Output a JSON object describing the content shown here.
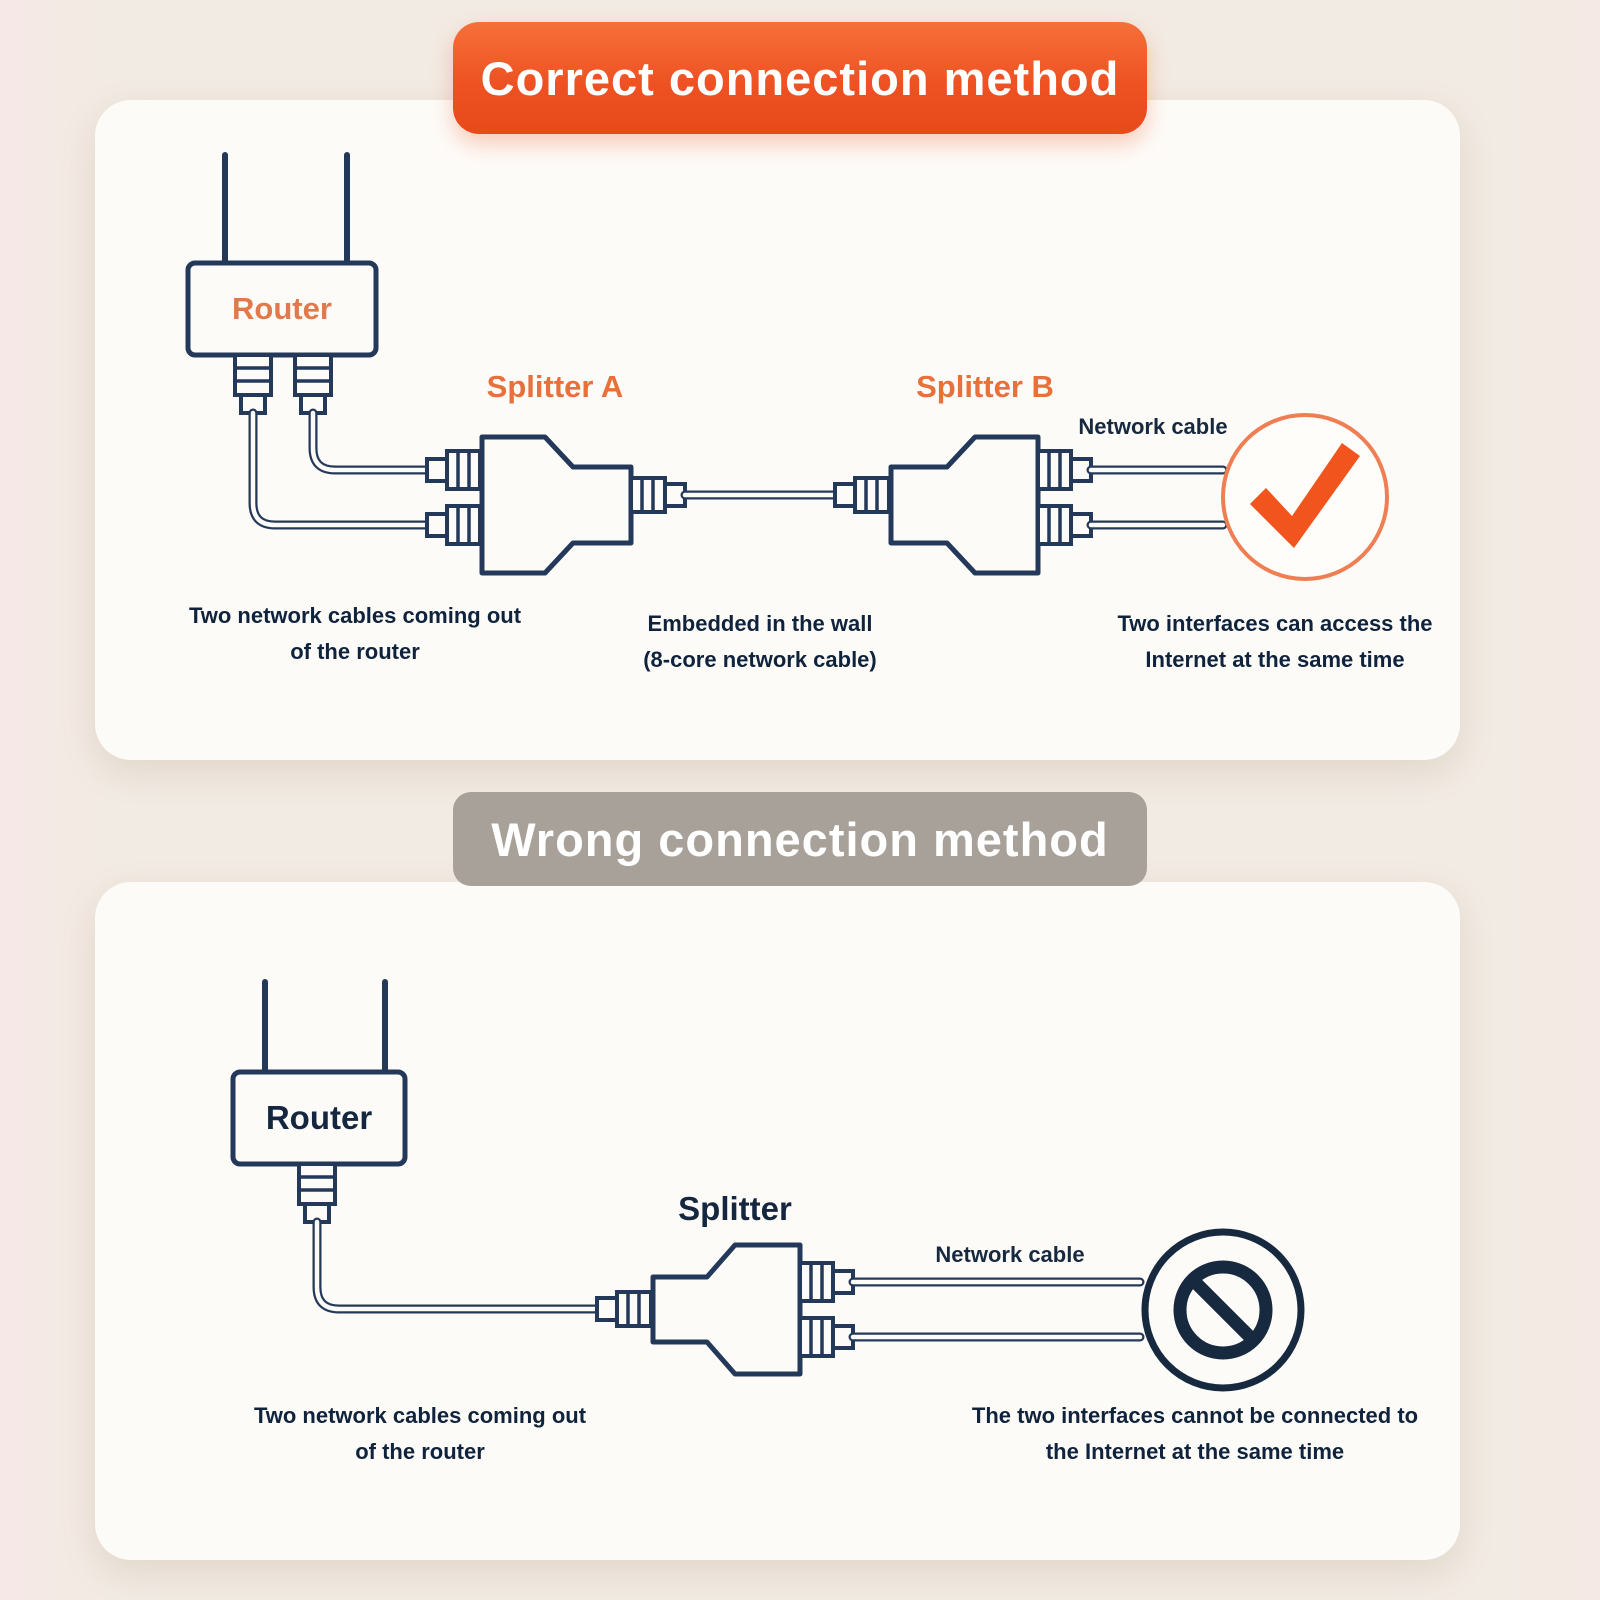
{
  "colors": {
    "accent_orange": "#ee5222",
    "banner_gray": "#a7a19a",
    "line_navy": "#24395a",
    "text_dark": "#10233c",
    "panel_bg": "#fdfbf8",
    "page_bg": "#f2ebe3"
  },
  "correct": {
    "banner": "Correct connection method",
    "router_label": "Router",
    "splitter_a_label": "Splitter A",
    "splitter_b_label": "Splitter B",
    "network_cable_label": "Network cable",
    "caption_router": "Two network cables coming out\nof the router",
    "caption_wall": "Embedded in the wall\n(8-core network cable)",
    "caption_access": "Two interfaces can access the\nInternet at the same time"
  },
  "wrong": {
    "banner": "Wrong connection method",
    "router_label": "Router",
    "splitter_label": "Splitter",
    "network_cable_label": "Network cable",
    "caption_router": "Two network cables coming out\nof the router",
    "caption_access": "The two interfaces cannot be connected to\nthe Internet at the same time"
  }
}
